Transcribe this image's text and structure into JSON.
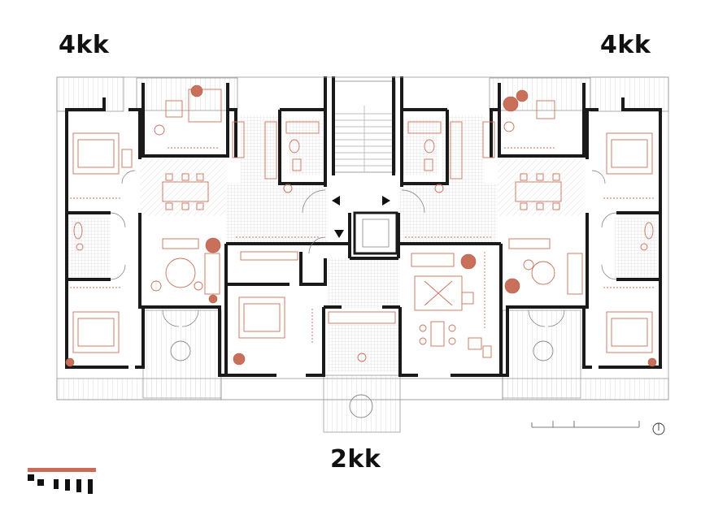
{
  "labels": {
    "top_left": "4kk",
    "top_right": "4kk",
    "bottom_center": "2kk"
  },
  "colors": {
    "wall": "#1a1a1a",
    "furniture": "#c9705a",
    "hatch": "#bfbfbf",
    "logo": "#c96b57"
  },
  "icons": [
    "north-arrow-icon",
    "scale-bar",
    "logo-mark",
    "stair-arrow-icon"
  ]
}
